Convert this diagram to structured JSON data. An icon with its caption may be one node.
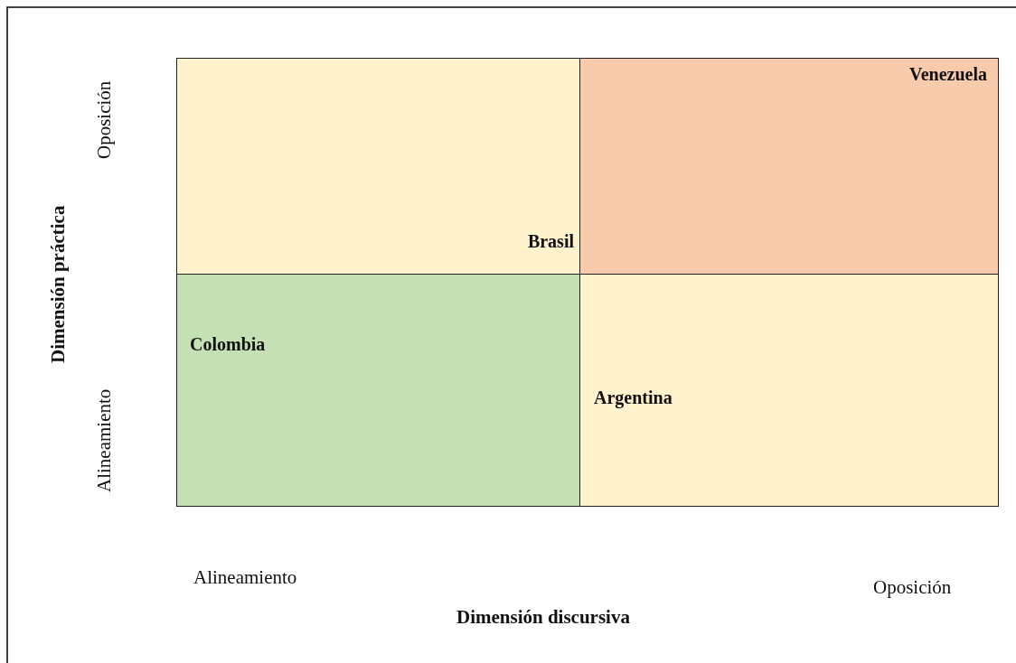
{
  "diagram": {
    "nodes": [
      {
        "text": [
          "Brasil"
        ]
      },
      {
        "text": [
          "Venezuela"
        ]
      },
      {
        "text": [
          "Colombia"
        ]
      },
      {
        "text": [
          "Argentina"
        ]
      }
    ],
    "labels": [
      "Oposición",
      "Dimensión práctica",
      "Alineamiento",
      "Alineamiento",
      "Oposición",
      "Dimensión discursiva"
    ]
  }
}
